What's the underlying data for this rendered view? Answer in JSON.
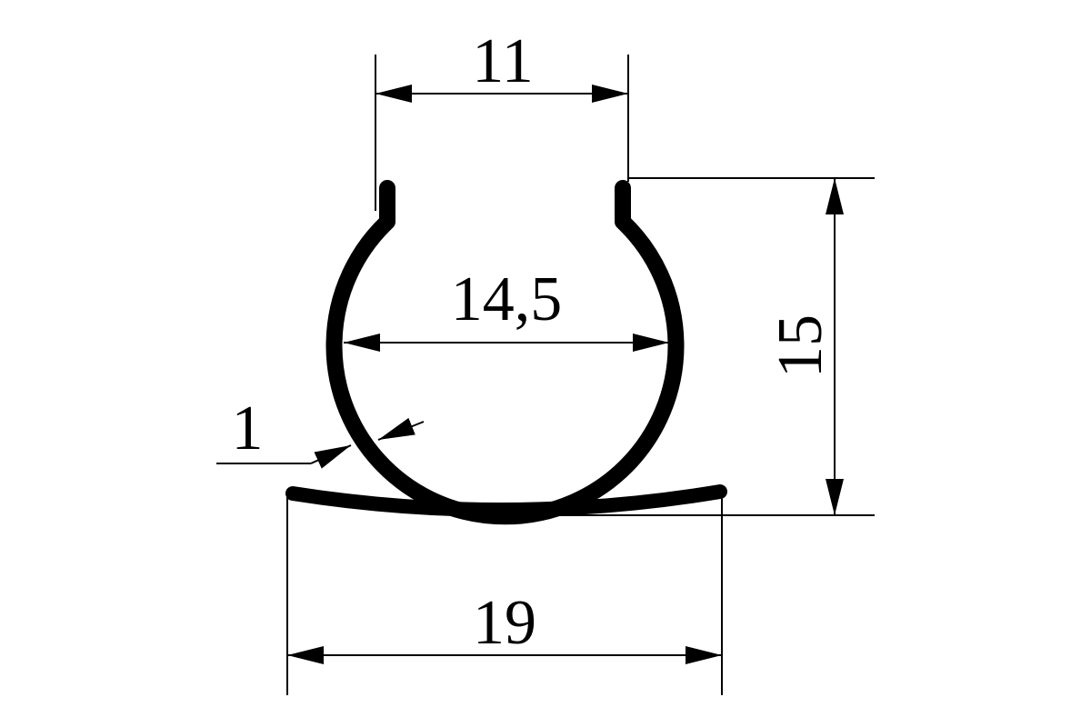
{
  "drawing": {
    "dimensions": {
      "top_opening": "11",
      "inner_diameter": "14,5",
      "height": "15",
      "base_width": "19",
      "wall_thickness": "1"
    },
    "colors": {
      "line": "#000000",
      "background": "#ffffff"
    }
  }
}
